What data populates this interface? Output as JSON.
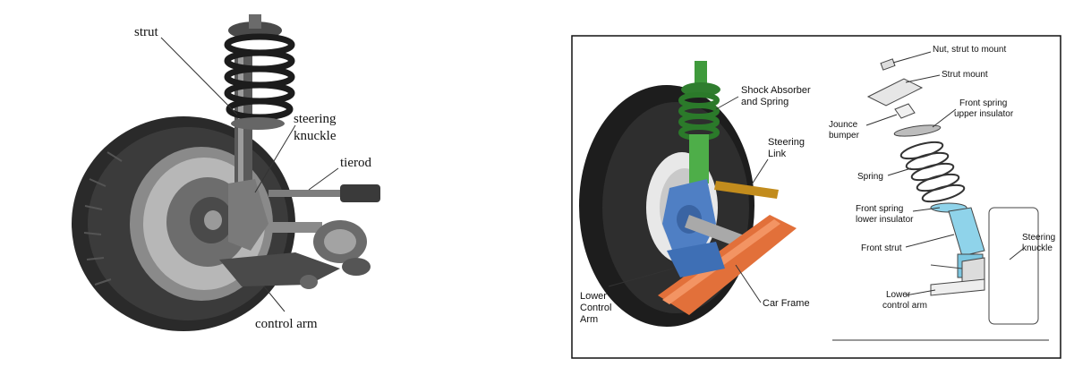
{
  "left_panel": {
    "labels": {
      "strut": "strut",
      "steering_knuckle_1": "steering",
      "steering_knuckle_2": "knuckle",
      "tierod": "tierod",
      "control_arm": "control arm"
    }
  },
  "middle_panel": {
    "labels": {
      "shock_1": "Shock Absorber",
      "shock_2": "and Spring",
      "steering_link_1": "Steering",
      "steering_link_2": "Link",
      "lower_control_arm_1": "Lower",
      "lower_control_arm_2": "Control",
      "lower_control_arm_3": "Arm",
      "car_frame": "Car Frame"
    }
  },
  "right_panel": {
    "labels": {
      "nut": "Nut, strut to mount",
      "strut_mount": "Strut mount",
      "jounce_1": "Jounce",
      "jounce_2": "bumper",
      "front_upper_1": "Front spring",
      "front_upper_2": "upper insulator",
      "spring": "Spring",
      "front_lower_1": "Front spring",
      "front_lower_2": "lower insulator",
      "front_strut": "Front strut",
      "steering_knuckle_1": "Steering",
      "steering_knuckle_2": "knuckle",
      "lower_control_arm_1": "Lower",
      "lower_control_arm_2": "control arm"
    }
  },
  "colors": {
    "shock_green": "#3f9a3c",
    "knuckle_blue": "#4f7fc4",
    "frame_orange": "#e2703a",
    "strut_cyan": "#8fd3ea",
    "tire": "#1d1d1d"
  }
}
